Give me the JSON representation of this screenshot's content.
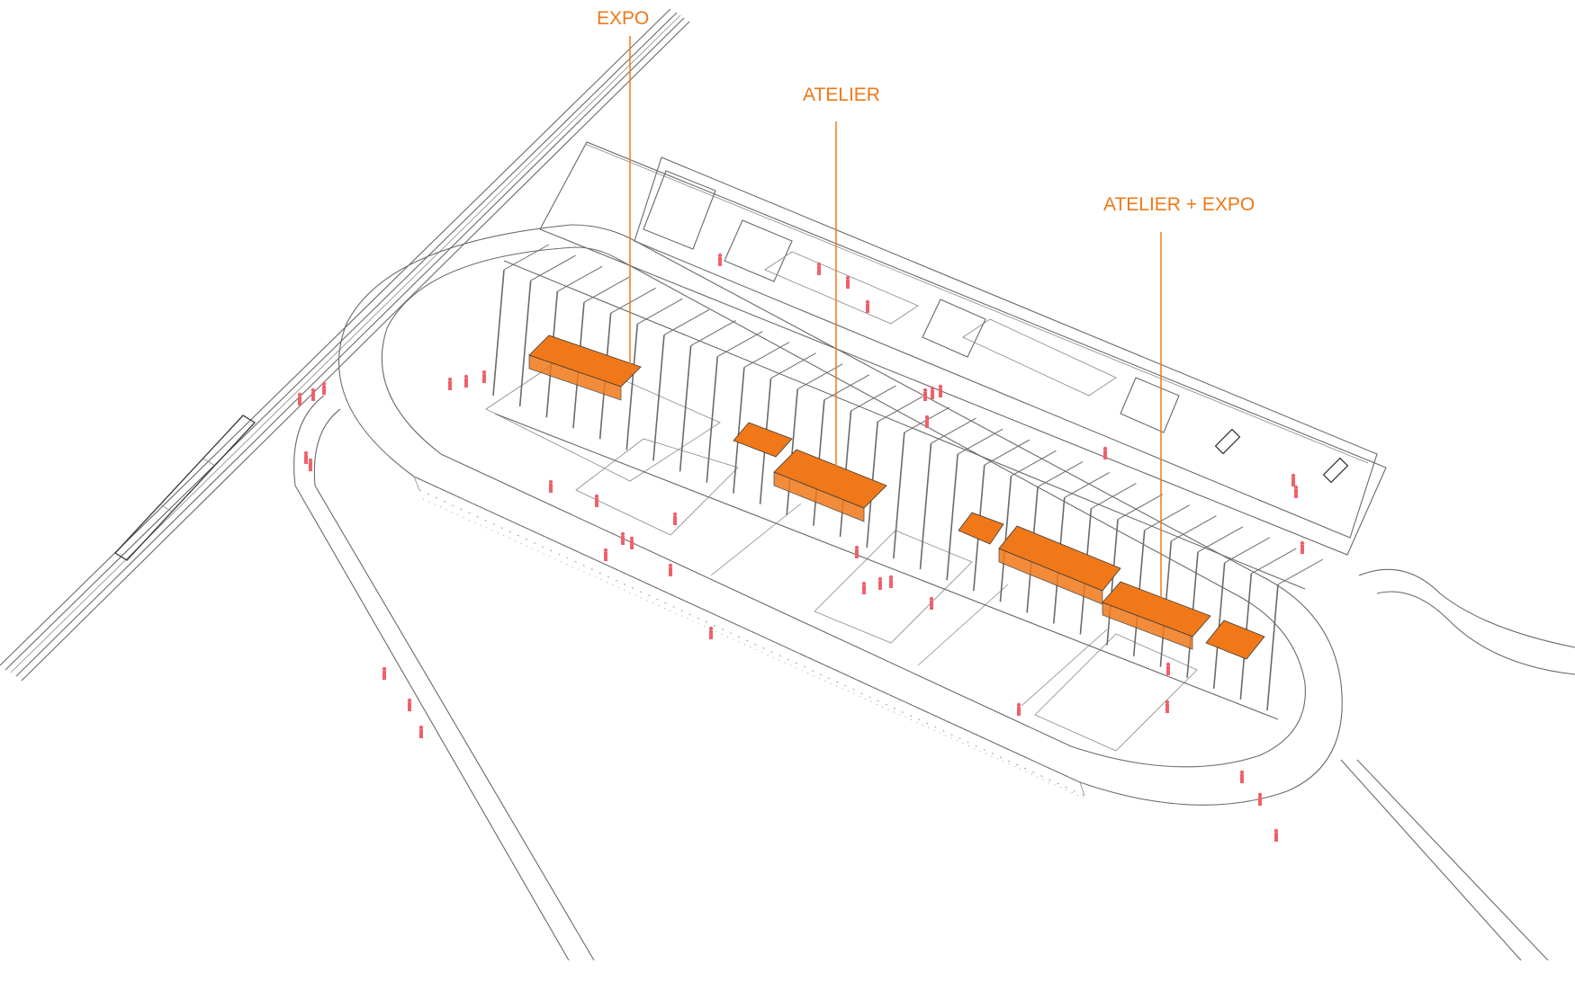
{
  "diagram": {
    "title": "Axonometric site plan",
    "accent_color": "#f07818",
    "people_color": "#f0606a",
    "line_color": "#6a6a6a"
  },
  "labels": {
    "expo": "EXPO",
    "atelier": "ATELIER",
    "atelier_expo": "ATELIER + EXPO"
  },
  "zones": [
    {
      "name": "expo",
      "label_key": "expo"
    },
    {
      "name": "atelier",
      "label_key": "atelier"
    },
    {
      "name": "atelier-expo",
      "label_key": "atelier_expo"
    }
  ]
}
